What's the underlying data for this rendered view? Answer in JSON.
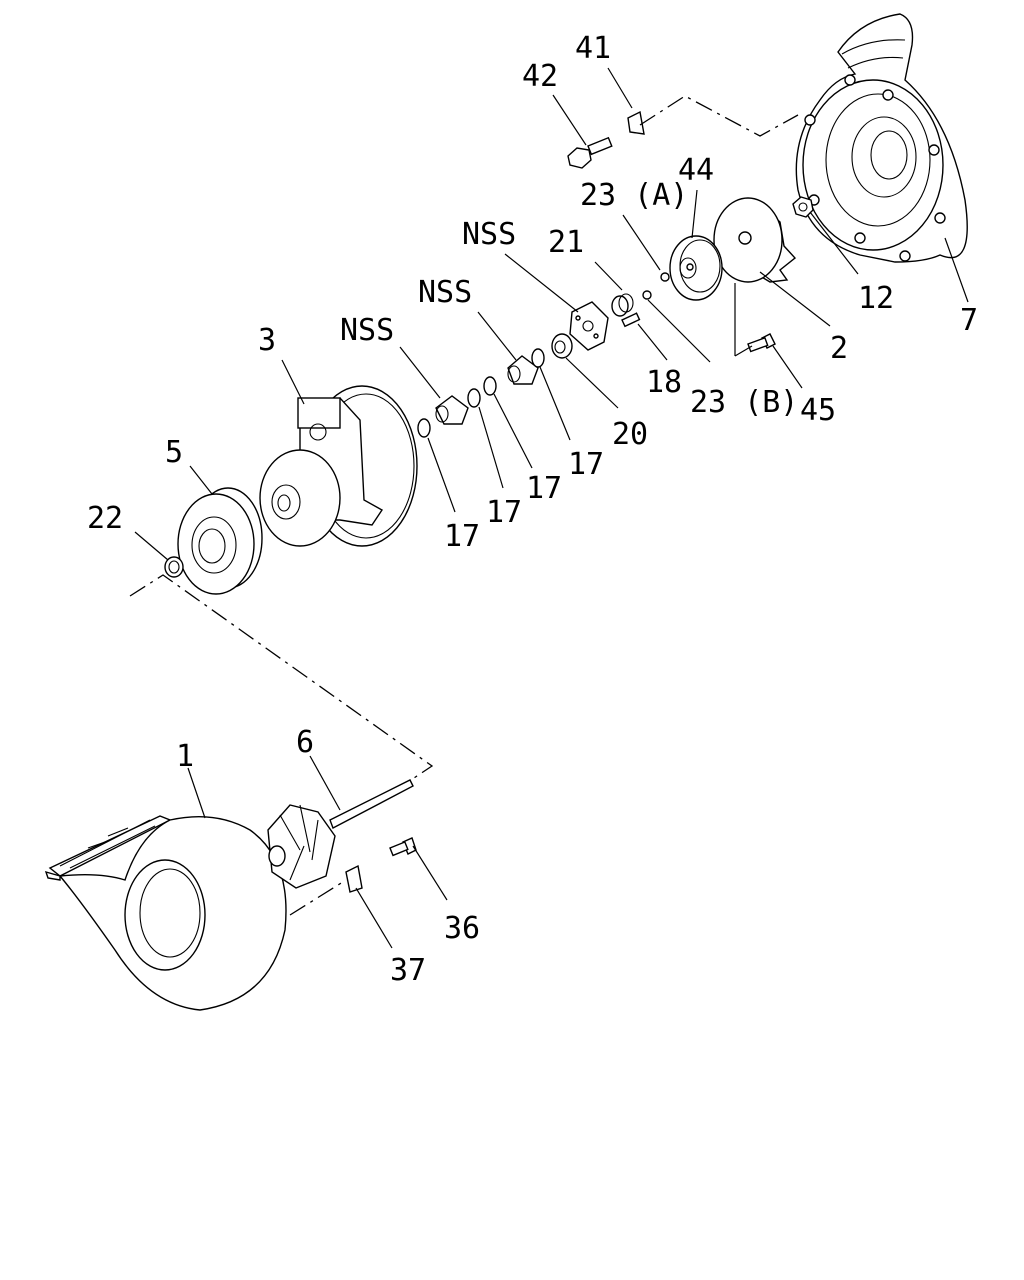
{
  "diagram": {
    "callouts": [
      {
        "id": "c41",
        "text": "41"
      },
      {
        "id": "c42",
        "text": "42"
      },
      {
        "id": "c44",
        "text": "44"
      },
      {
        "id": "c23a",
        "text": "23 (A)"
      },
      {
        "id": "c7",
        "text": "7"
      },
      {
        "id": "c12",
        "text": "12"
      },
      {
        "id": "c2",
        "text": "2"
      },
      {
        "id": "c45",
        "text": "45"
      },
      {
        "id": "c23b",
        "text": "23 (B)"
      },
      {
        "id": "c18",
        "text": "18"
      },
      {
        "id": "c21",
        "text": "21"
      },
      {
        "id": "c20",
        "text": "20"
      },
      {
        "id": "nss1",
        "text": "NSS"
      },
      {
        "id": "nss2",
        "text": "NSS"
      },
      {
        "id": "nss3",
        "text": "NSS"
      },
      {
        "id": "c3",
        "text": "3"
      },
      {
        "id": "c5",
        "text": "5"
      },
      {
        "id": "c22",
        "text": "22"
      },
      {
        "id": "c17a",
        "text": "17"
      },
      {
        "id": "c17b",
        "text": "17"
      },
      {
        "id": "c17c",
        "text": "17"
      },
      {
        "id": "c17d",
        "text": "17"
      },
      {
        "id": "c1",
        "text": "1"
      },
      {
        "id": "c6",
        "text": "6"
      },
      {
        "id": "c36",
        "text": "36"
      },
      {
        "id": "c37",
        "text": "37"
      }
    ]
  }
}
